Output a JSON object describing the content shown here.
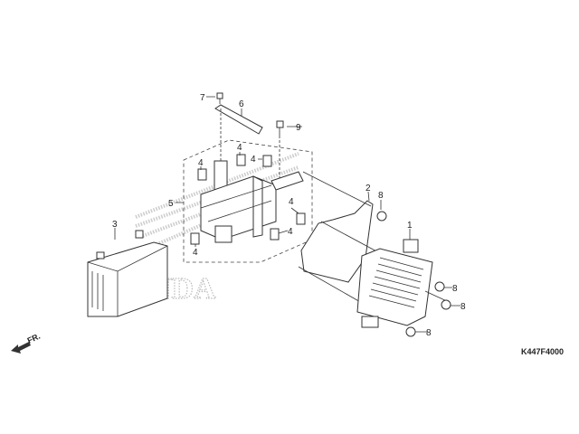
{
  "diagram": {
    "watermark": "HONDA",
    "direction_label": "FR.",
    "diagram_code": "K447F4000",
    "callouts": [
      {
        "id": "c7",
        "label": "7"
      },
      {
        "id": "c6",
        "label": "6"
      },
      {
        "id": "c9",
        "label": "9"
      },
      {
        "id": "c4a",
        "label": "4"
      },
      {
        "id": "c4b",
        "label": "4"
      },
      {
        "id": "c4c",
        "label": "4"
      },
      {
        "id": "c5",
        "label": "5"
      },
      {
        "id": "c3",
        "label": "3"
      },
      {
        "id": "c4d",
        "label": "4"
      },
      {
        "id": "c4e",
        "label": "4"
      },
      {
        "id": "c4f",
        "label": "4"
      },
      {
        "id": "c2",
        "label": "2"
      },
      {
        "id": "c8a",
        "label": "8"
      },
      {
        "id": "c1",
        "label": "1"
      },
      {
        "id": "c8b",
        "label": "8"
      },
      {
        "id": "c8c",
        "label": "8"
      },
      {
        "id": "c8d",
        "label": "8"
      }
    ]
  }
}
